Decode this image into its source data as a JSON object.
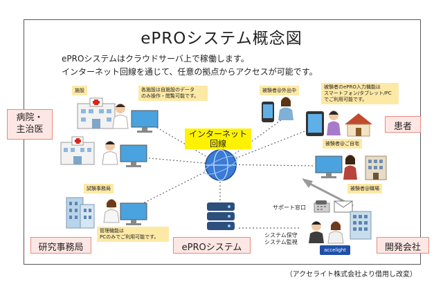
{
  "title": "ePROシステム概念図",
  "intro": {
    "line1": "ePROシステムはクラウドサーバ上で稼働します。",
    "line2": "インターネット回線を通じて、任意の拠点からアクセスが可能です。"
  },
  "hub": {
    "label_line1": "インターネット",
    "label_line2": "回線"
  },
  "server_label": "ePROシステム",
  "roles": {
    "hospital_line1": "病院・",
    "hospital_line2": "主治医",
    "patient": "患者",
    "research_office": "研究事務局",
    "dev_company": "開発会社"
  },
  "labels": {
    "facility": "施設",
    "facility_note_line1": "各施設は自施設のデータ",
    "facility_note_line2": "のみ操作・閲覧可能です。",
    "trial_office": "試験事務局",
    "admin_note_line1": "管理機能は",
    "admin_note_line2": "PCのみでご利用可能です。",
    "subject_outside": "被験者@外出中",
    "patient_note_line1": "被験者のePRO入力機能は",
    "patient_note_line2": "スマートフォン/タブレット/PC",
    "patient_note_line3": "でご利用可能です。",
    "subject_home": "被験者@ご自宅",
    "subject_work": "被験者@職場",
    "support_desk": "サポート窓口",
    "maintenance_line1": "システム保守",
    "maintenance_line2": "システム監視",
    "company_logo": "accelight"
  },
  "credit": "（アクセライト株式会社より借用し改変）",
  "colors": {
    "role_fill": "#fde7e4",
    "role_border": "#e58a7e",
    "label_fill": "#fde9a6",
    "hub_label_fill": "#fff200",
    "globe": "#3a7bd5",
    "server": "#2d4f7c"
  }
}
